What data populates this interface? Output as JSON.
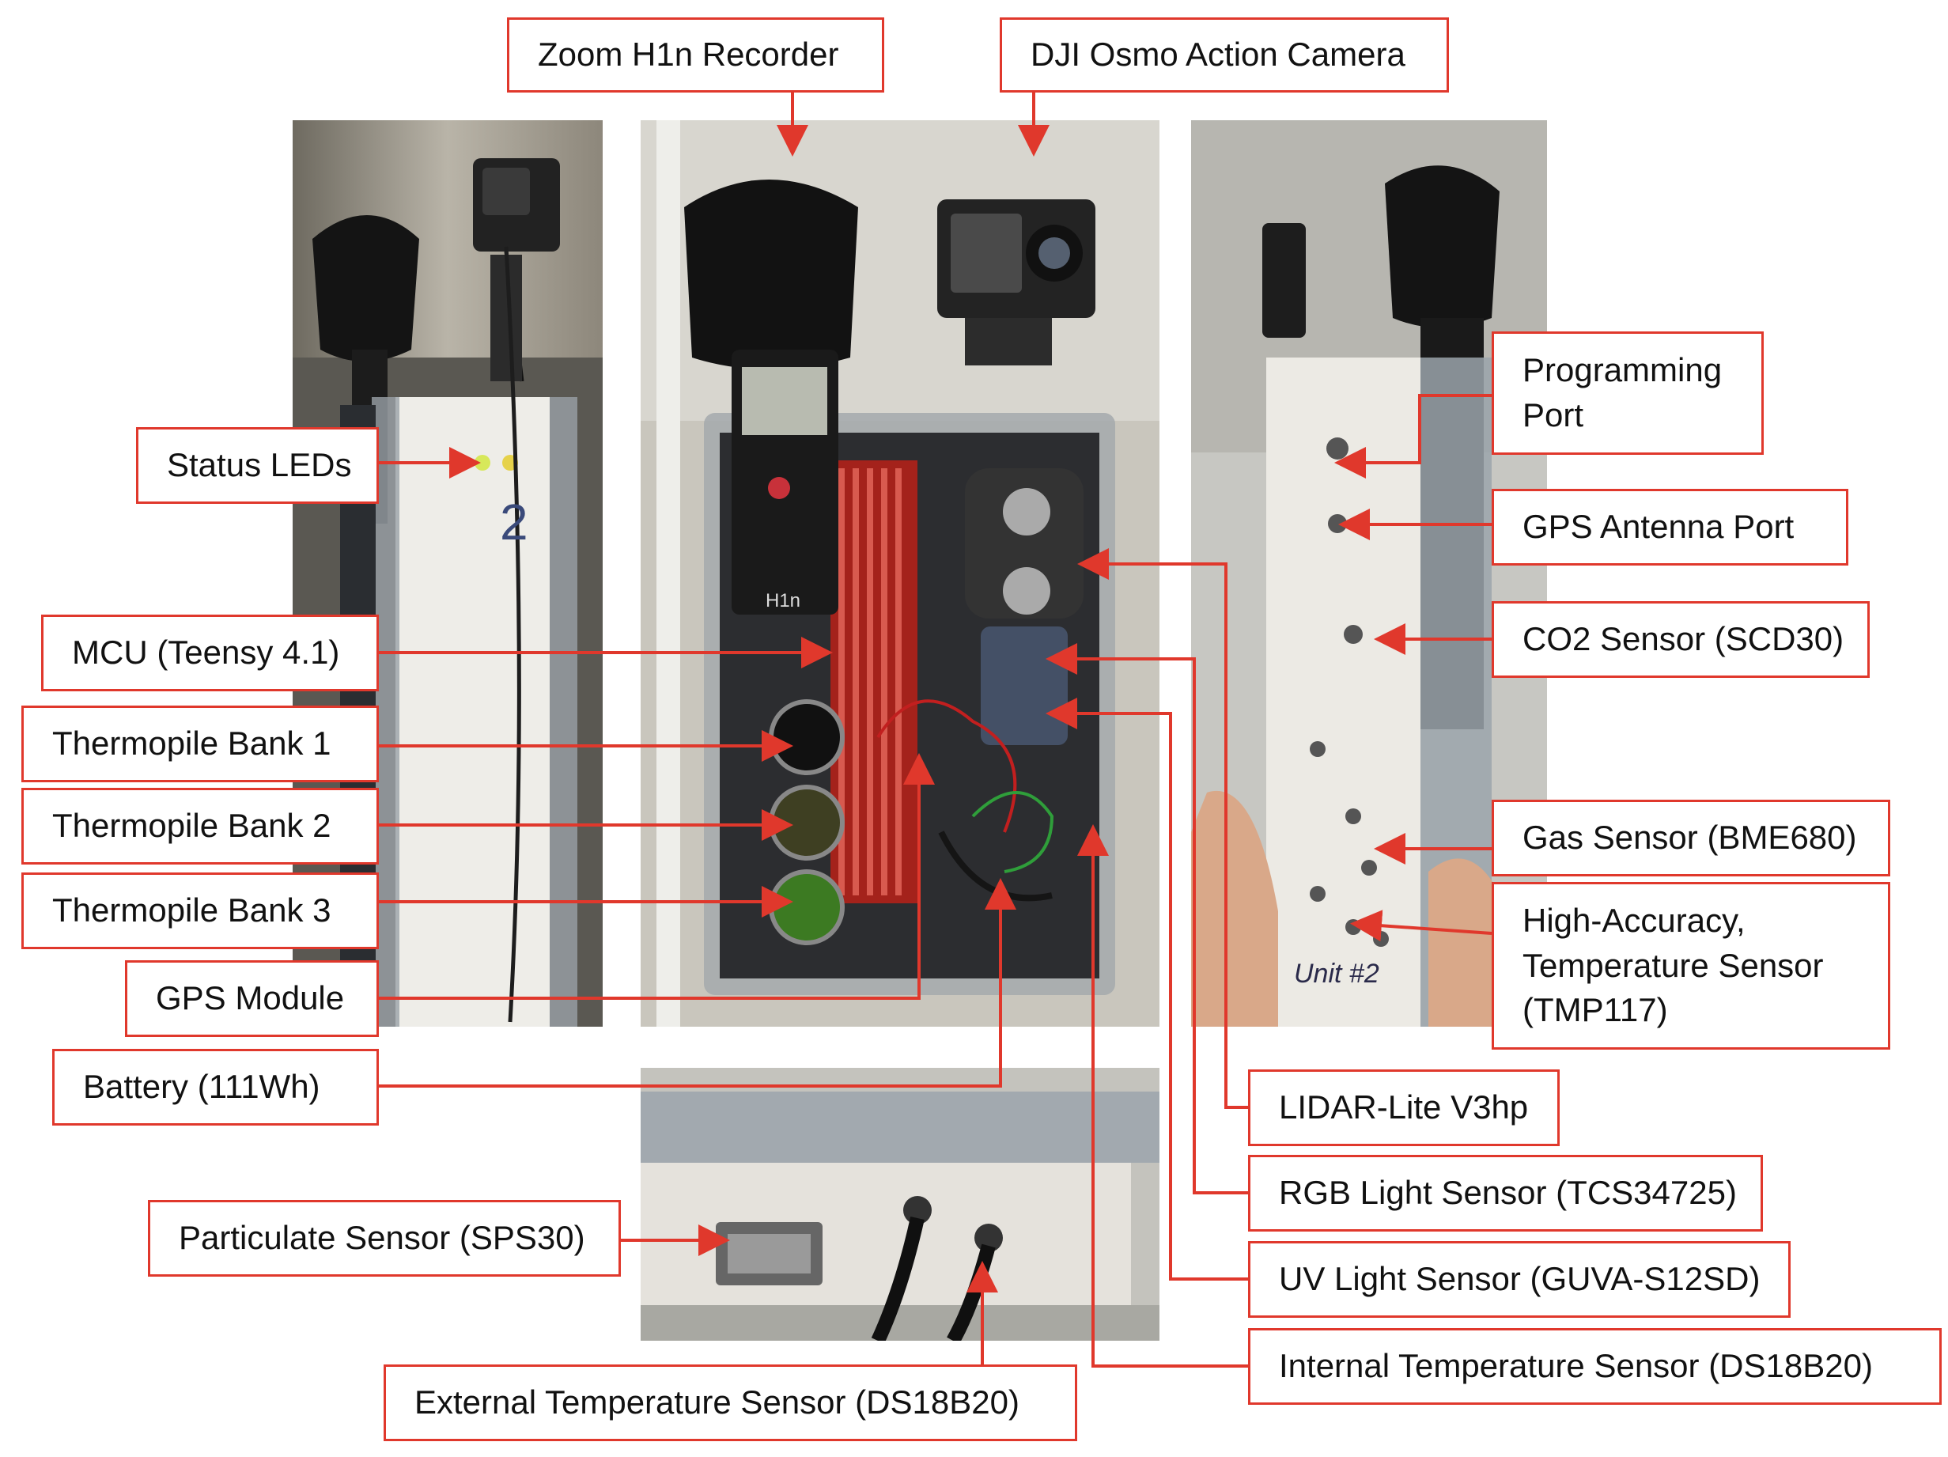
{
  "labels": {
    "zoom_recorder": "Zoom H1n Recorder",
    "dji_camera": "DJI Osmo Action Camera",
    "status_leds": "Status LEDs",
    "mcu": "MCU (Teensy 4.1)",
    "thermopile_1": "Thermopile Bank 1",
    "thermopile_2": "Thermopile Bank 2",
    "thermopile_3": "Thermopile Bank 3",
    "gps_module": "GPS Module",
    "battery": "Battery (111Wh)",
    "particulate": "Particulate Sensor (SPS30)",
    "external_temp": "External Temperature Sensor (DS18B20)",
    "programming_port_line1": "Programming",
    "programming_port_line2": "Port",
    "gps_antenna": "GPS Antenna Port",
    "co2": "CO2 Sensor (SCD30)",
    "gas": "Gas Sensor (BME680)",
    "tmp117_line1": "High-Accuracy,",
    "tmp117_line2": "Temperature Sensor",
    "tmp117_line3": "(TMP117)",
    "lidar": "LIDAR-Lite V3hp",
    "rgb_light": "RGB Light Sensor (TCS34725)",
    "uv_light": "UV Light Sensor (GUVA-S12SD)",
    "internal_temp": "Internal Temperature Sensor (DS18B20)"
  },
  "photo_texts": {
    "recorder_model": "H1n",
    "left_panel_number": "2",
    "right_panel_marking": "Unit #2"
  },
  "colors": {
    "accent": "#e0382c",
    "label_text": "#111111",
    "background": "#ffffff"
  }
}
